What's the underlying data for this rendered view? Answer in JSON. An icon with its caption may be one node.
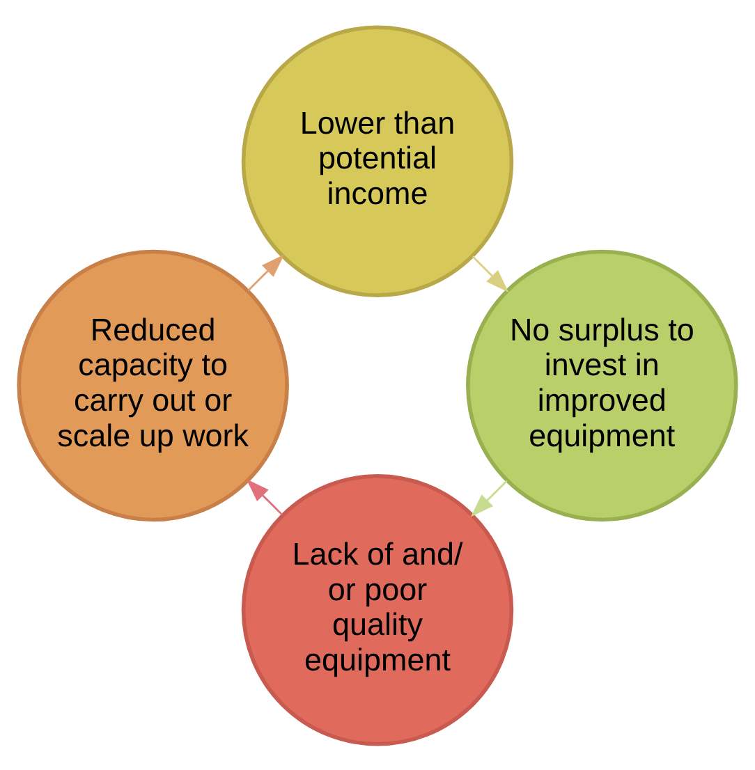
{
  "diagram": {
    "nodes": [
      {
        "text": [
          "Lack of and/ or poor quality equipment"
        ]
      },
      {
        "text": [
          "Reduced capacity to carry out or scale up work"
        ]
      },
      {
        "text": [
          "Lower than potential income"
        ]
      },
      {
        "text": [
          "No surplus to invest in improved equipment"
        ]
      }
    ],
    "edges": [
      {
        "from": 0,
        "to": 1,
        "arrow": "to",
        "color": "#e0707a"
      },
      {
        "from": 1,
        "to": 2,
        "arrow": "to",
        "color": "#e0a070"
      },
      {
        "from": 2,
        "to": 3,
        "arrow": "to",
        "color": "#d8d080"
      },
      {
        "from": 3,
        "to": 0,
        "arrow": "to",
        "color": "#c8dc90"
      }
    ]
  }
}
